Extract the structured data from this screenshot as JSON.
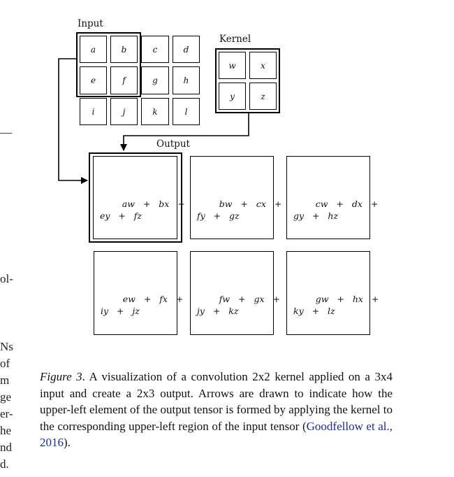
{
  "left_column_fragments": [
    "__",
    "ol-",
    "Ns",
    "of",
    "m",
    "ge",
    "er-",
    "he",
    "nd",
    "d."
  ],
  "figure": {
    "input_label": "Input",
    "kernel_label": "Kernel",
    "output_label": "Output",
    "input_cells": [
      "a",
      "b",
      "c",
      "d",
      "e",
      "f",
      "g",
      "h",
      "i",
      "j",
      "k",
      "l"
    ],
    "kernel_cells": [
      "w",
      "x",
      "y",
      "z"
    ],
    "output_cells": [
      {
        "line1": [
          "aw",
          "+",
          "bx",
          "+"
        ],
        "line2": [
          "ey",
          "+",
          "fz"
        ]
      },
      {
        "line1": [
          "bw",
          "+",
          "cx",
          "+"
        ],
        "line2": [
          "fy",
          "+",
          "gz"
        ]
      },
      {
        "line1": [
          "cw",
          "+",
          "dx",
          "+"
        ],
        "line2": [
          "gy",
          "+",
          "hz"
        ]
      },
      {
        "line1": [
          "ew",
          "+",
          "fx",
          "+"
        ],
        "line2": [
          "iy",
          "+",
          "jz"
        ]
      },
      {
        "line1": [
          "fw",
          "+",
          "gx",
          "+"
        ],
        "line2": [
          "jy",
          "+",
          "kz"
        ]
      },
      {
        "line1": [
          "gw",
          "+",
          "hx",
          "+"
        ],
        "line2": [
          "ky",
          "+",
          "lz"
        ]
      }
    ]
  },
  "caption": {
    "figure_ref": "Figure 3",
    "text": ". A visualization of a convolution 2x2 kernel applied on a 3x4 input and create a 2x3 output. Arrows are drawn to indicate how the upper-left element of the output tensor is formed by applying the kernel to the corresponding upper-left region of the input tensor (",
    "citation": "Goodfellow et al., 2016",
    "end": ")."
  }
}
